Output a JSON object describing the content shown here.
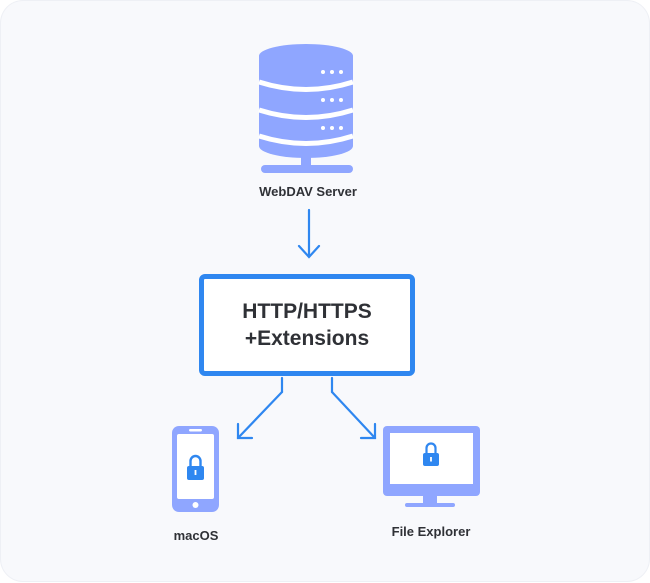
{
  "nodes": {
    "server": {
      "label": "WebDAV Server",
      "icon": "database-server-icon"
    },
    "protocol": {
      "line1": "HTTP/HTTPS",
      "line2": "+Extensions"
    },
    "mobile": {
      "label": "macOS",
      "icon": "smartphone-lock-icon"
    },
    "desktop": {
      "label": "File Explorer",
      "icon": "monitor-lock-icon"
    }
  },
  "colors": {
    "icon_fill": "#8fa6ff",
    "accent_blue": "#2f87f0",
    "text": "#2f3136",
    "background": "#f8f9fc"
  }
}
